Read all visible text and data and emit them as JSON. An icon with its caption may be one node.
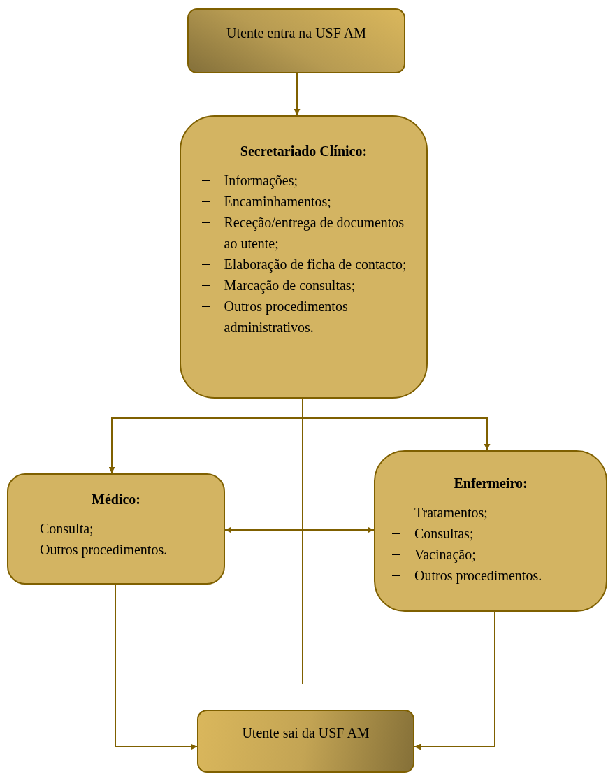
{
  "diagram": {
    "nodes": [
      {
        "text": [
          "Utente entra na USF AM"
        ]
      },
      {
        "text": [
          "Secretariado Clínico:",
          "Informações;",
          "Encaminhamentos;",
          "Receção/entrega de documentos ao utente;",
          "Elaboração de ficha de contacto;",
          "Marcação de consultas;",
          "Outros procedimentos administrativos."
        ]
      },
      {
        "text": [
          "Médico:",
          "Consulta;",
          "Outros procedimentos."
        ]
      },
      {
        "text": [
          "Enfermeiro:",
          "Tratamentos;",
          "Consultas;",
          "Vacinação;",
          "Outros procedimentos."
        ]
      },
      {
        "text": [
          "Utente sai da USF AM"
        ]
      }
    ],
    "edges": [
      {
        "from": 0,
        "to": 1,
        "arrow": "to"
      },
      {
        "from": 1,
        "to": 2,
        "arrow": "to"
      },
      {
        "from": 1,
        "to": 3,
        "arrow": "to"
      },
      {
        "from": 2,
        "to": 3,
        "arrow": "both"
      },
      {
        "from": 2,
        "to": 4,
        "arrow": "to"
      },
      {
        "from": 3,
        "to": 4,
        "arrow": "to"
      },
      {
        "from": 1,
        "to": null,
        "arrow": "none"
      }
    ]
  }
}
